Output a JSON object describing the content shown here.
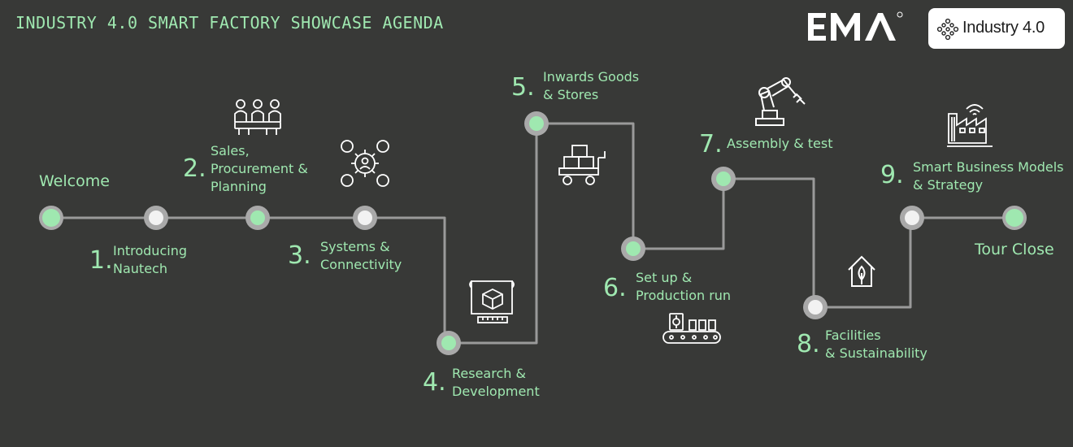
{
  "title": "INDUSTRY 4.0 SMART FACTORY SHOWCASE AGENDA",
  "logos": {
    "ema": "EMA",
    "industry": "Industry 4.0"
  },
  "welcome": "Welcome",
  "tour_close": "Tour Close",
  "steps": [
    {
      "num": "1.",
      "lines": [
        "Introducing",
        "Nautech"
      ]
    },
    {
      "num": "2.",
      "lines": [
        "Sales,",
        "Procurement &",
        "Planning"
      ]
    },
    {
      "num": "3.",
      "lines": [
        "Systems &",
        "Connectivity"
      ]
    },
    {
      "num": "4.",
      "lines": [
        "Research &",
        "Development"
      ]
    },
    {
      "num": "5.",
      "lines": [
        "Inwards Goods",
        "& Stores"
      ]
    },
    {
      "num": "6.",
      "lines": [
        "Set up &",
        "Production run"
      ]
    },
    {
      "num": "7.",
      "lines": [
        "Assembly & test"
      ]
    },
    {
      "num": "8.",
      "lines": [
        "Facilities",
        "& Sustainability"
      ]
    },
    {
      "num": "9.",
      "lines": [
        "Smart Business Models",
        "& Strategy"
      ]
    }
  ],
  "icons": [
    "team-icon",
    "network-gear-icon",
    "blueprint-box-icon",
    "trolley-icon",
    "conveyor-icon",
    "robot-arm-icon",
    "eco-home-icon",
    "smart-factory-icon"
  ],
  "colors": {
    "background": "#383937",
    "accent": "#9fe8b0",
    "line": "#9a9a9a",
    "node_white": "#f2f2f2"
  }
}
